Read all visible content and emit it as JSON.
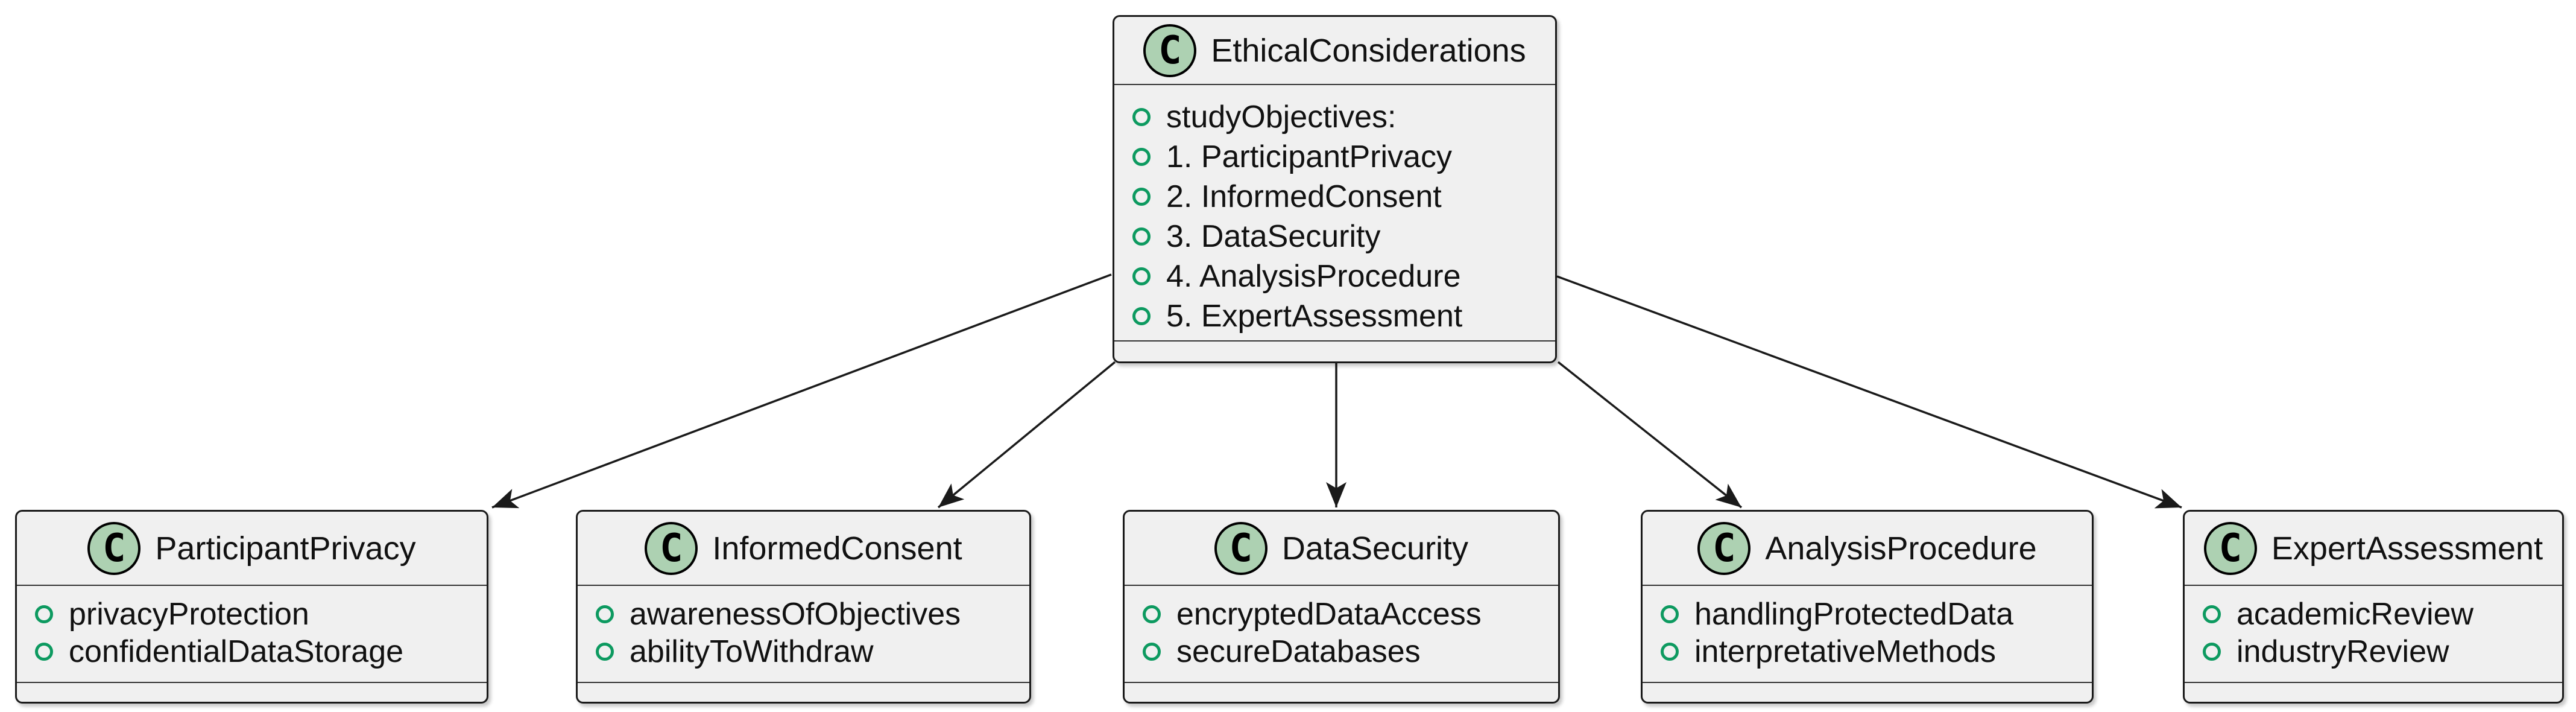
{
  "diagram_type": "uml-class-diagram",
  "class_icon_letter": "C",
  "classes": [
    {
      "name": "EthicalConsiderations",
      "attributes": [
        "studyObjectives:",
        "1. ParticipantPrivacy",
        "2. InformedConsent",
        "3. DataSecurity",
        "4. AnalysisProcedure",
        "5. ExpertAssessment"
      ]
    },
    {
      "name": "ParticipantPrivacy",
      "attributes": [
        "privacyProtection",
        "confidentialDataStorage"
      ]
    },
    {
      "name": "InformedConsent",
      "attributes": [
        "awarenessOfObjectives",
        "abilityToWithdraw"
      ]
    },
    {
      "name": "DataSecurity",
      "attributes": [
        "encryptedDataAccess",
        "secureDatabases"
      ]
    },
    {
      "name": "AnalysisProcedure",
      "attributes": [
        "handlingProtectedData",
        "interpretativeMethods"
      ]
    },
    {
      "name": "ExpertAssessment",
      "attributes": [
        "academicReview",
        "industryReview"
      ]
    }
  ],
  "relations": [
    {
      "from": "EthicalConsiderations",
      "to": "ParticipantPrivacy"
    },
    {
      "from": "EthicalConsiderations",
      "to": "InformedConsent"
    },
    {
      "from": "EthicalConsiderations",
      "to": "DataSecurity"
    },
    {
      "from": "EthicalConsiderations",
      "to": "AnalysisProcedure"
    },
    {
      "from": "EthicalConsiderations",
      "to": "ExpertAssessment"
    }
  ],
  "colors": {
    "background": "#FFFFFF",
    "box_fill": "#F0F0F0",
    "box_border": "#1A1A1A",
    "separator": "#333333",
    "class_icon_bg": "#ADD1B2",
    "class_icon_border": "#000000",
    "field_icon_ring": "#0D9A60",
    "arrow": "#1A1A1A",
    "text": "#111111"
  }
}
